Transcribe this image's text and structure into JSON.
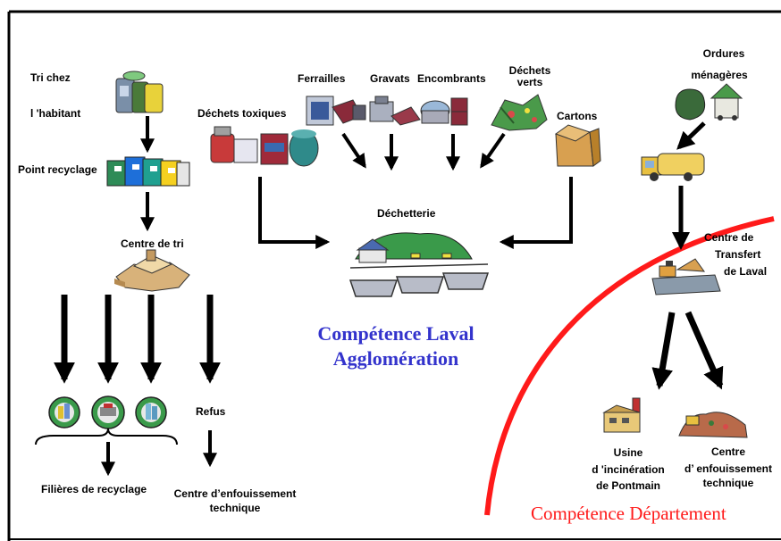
{
  "labels": {
    "tri_line1": "Tri chez",
    "tri_line2": "l 'habitant",
    "point_recyclage": "Point recyclage",
    "centre_tri": "Centre de tri",
    "refus": "Refus",
    "filieres": "Filières de recyclage",
    "cet_left_line1": "Centre d’enfouissement",
    "cet_left_line2": "technique",
    "dechets_toxiques": "Déchets toxiques",
    "ferrailles": "Ferrailles",
    "gravats": "Gravats",
    "encombrants": "Encombrants",
    "dechets_verts_line1": "Déchets",
    "dechets_verts_line2": "verts",
    "cartons": "Cartons",
    "dechetterie": "Déchetterie",
    "ordures_line1": "Ordures",
    "ordures_line2": "ménagères",
    "transfert_line1": "Centre de",
    "transfert_line2": "Transfert",
    "transfert_line3": "de Laval",
    "usine_line1": "Usine",
    "usine_line2": "d 'incinération",
    "usine_line3": "de Pontmain",
    "cet_right_line1": "Centre",
    "cet_right_line2": "d’ enfouissement",
    "cet_right_line3": "technique"
  },
  "competence_laval": {
    "line1": "Compétence Laval",
    "line2": "Agglomération"
  },
  "competence_departement": "Compétence  Département",
  "colors": {
    "laval_blue": "#3333cc",
    "departement_red": "#ff1a1a",
    "arrow": "#000000"
  },
  "icons": [
    "household-bins-icon",
    "recycling-containers-icon",
    "sorting-center-icon",
    "recycle-circle-icon",
    "toxic-waste-icon",
    "scrap-metal-icon",
    "rubble-icon",
    "bulky-waste-icon",
    "green-waste-icon",
    "cardboard-box-icon",
    "waste-disposal-center-icon",
    "garbage-bag-icon",
    "garbage-truck-icon",
    "transfer-station-icon",
    "incinerator-icon",
    "landfill-icon"
  ]
}
